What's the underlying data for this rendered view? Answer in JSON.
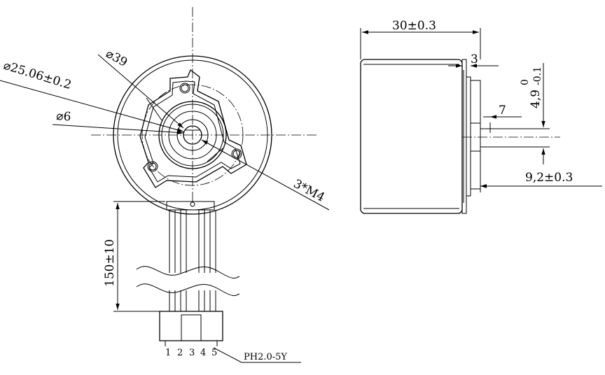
{
  "front_view": {
    "outer_diameter": "⌀39",
    "mount_diameter": "⌀25.06±0.2",
    "shaft_diameter": "⌀6",
    "mount_holes": "3*M4",
    "lead_length": "150±10",
    "connector": "PH2.0-5Y",
    "pins": [
      "1",
      "2",
      "3",
      "4",
      "5"
    ]
  },
  "side_view": {
    "body_length": "30±0.3",
    "flange_thickness": "3",
    "shaft_length": "9,2±0.3",
    "flat_length": "7",
    "flat_depth_base": "4,9",
    "flat_depth_upper_tol": "0",
    "flat_depth_lower_tol": "-0.1"
  },
  "colors": {
    "line": "#000000",
    "background": "#ffffff"
  }
}
